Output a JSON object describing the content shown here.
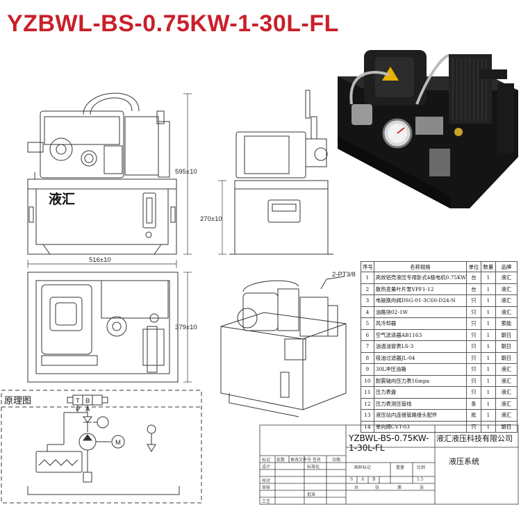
{
  "title": "YZBWL-BS-0.75KW-1-30L-FL",
  "dimensions": {
    "height": "595±10",
    "tank_height": "270±10",
    "width": "516±10",
    "depth": "379±10"
  },
  "labels": {
    "brand": "液汇",
    "port": "2-PT3/8",
    "schematic_title": "原理图",
    "valve_ports": [
      "T",
      "B",
      "P",
      "A"
    ],
    "motor_symbol": "M"
  },
  "parts_table": {
    "headers": [
      "序号",
      "名称规格",
      "单位",
      "数量",
      "品牌"
    ],
    "rows": [
      [
        "1",
        "高效铝壳液压专用卧式4极电机0.75KW",
        "台",
        "1",
        "液汇"
      ],
      [
        "2",
        "散热变量叶片泵VPF1-12",
        "台",
        "1",
        "液汇"
      ],
      [
        "3",
        "电磁换向阀DSG-01-3C60-D24-N",
        "只",
        "1",
        "液汇"
      ],
      [
        "4",
        "油路块02-1W",
        "只",
        "1",
        "液汇"
      ],
      [
        "5",
        "风冷却器",
        "只",
        "1",
        "索能"
      ],
      [
        "6",
        "空气滤清器AB1163",
        "只",
        "1",
        "朝日"
      ],
      [
        "7",
        "油温油窗表LS-3",
        "只",
        "1",
        "朝日"
      ],
      [
        "8",
        "吸油过滤器JL-04",
        "只",
        "1",
        "朝日"
      ],
      [
        "9",
        "30L冲压油箱",
        "只",
        "1",
        "液汇"
      ],
      [
        "10",
        "耐震轴向压力表16mpa",
        "只",
        "1",
        "液汇"
      ],
      [
        "11",
        "压力表盘",
        "只",
        "1",
        "液汇"
      ],
      [
        "12",
        "压力表测压管线",
        "条",
        "1",
        "液汇"
      ],
      [
        "13",
        "液压站内连接管路接头配件",
        "批",
        "1",
        "液汇"
      ],
      [
        "14",
        "单向阀CVT-03",
        "只",
        "1",
        "朝日"
      ]
    ]
  },
  "title_block": {
    "model": "YZBWL-BS-0.75KW-1-30L-FL",
    "company": "液汇液压科技有限公司",
    "system": "液压系统",
    "small_labels": [
      "标记",
      "处数",
      "更改文件号",
      "签名",
      "日期",
      "设计",
      "标准化",
      "校对",
      "审核",
      "工艺",
      "批准",
      "图样标记",
      "重量",
      "比例",
      "1:5",
      "S",
      "A",
      "B",
      "共",
      "张",
      "第",
      "张"
    ]
  },
  "colors": {
    "title_red": "#c8202a",
    "line": "#333333",
    "photo_body": "#1c1c1c"
  }
}
